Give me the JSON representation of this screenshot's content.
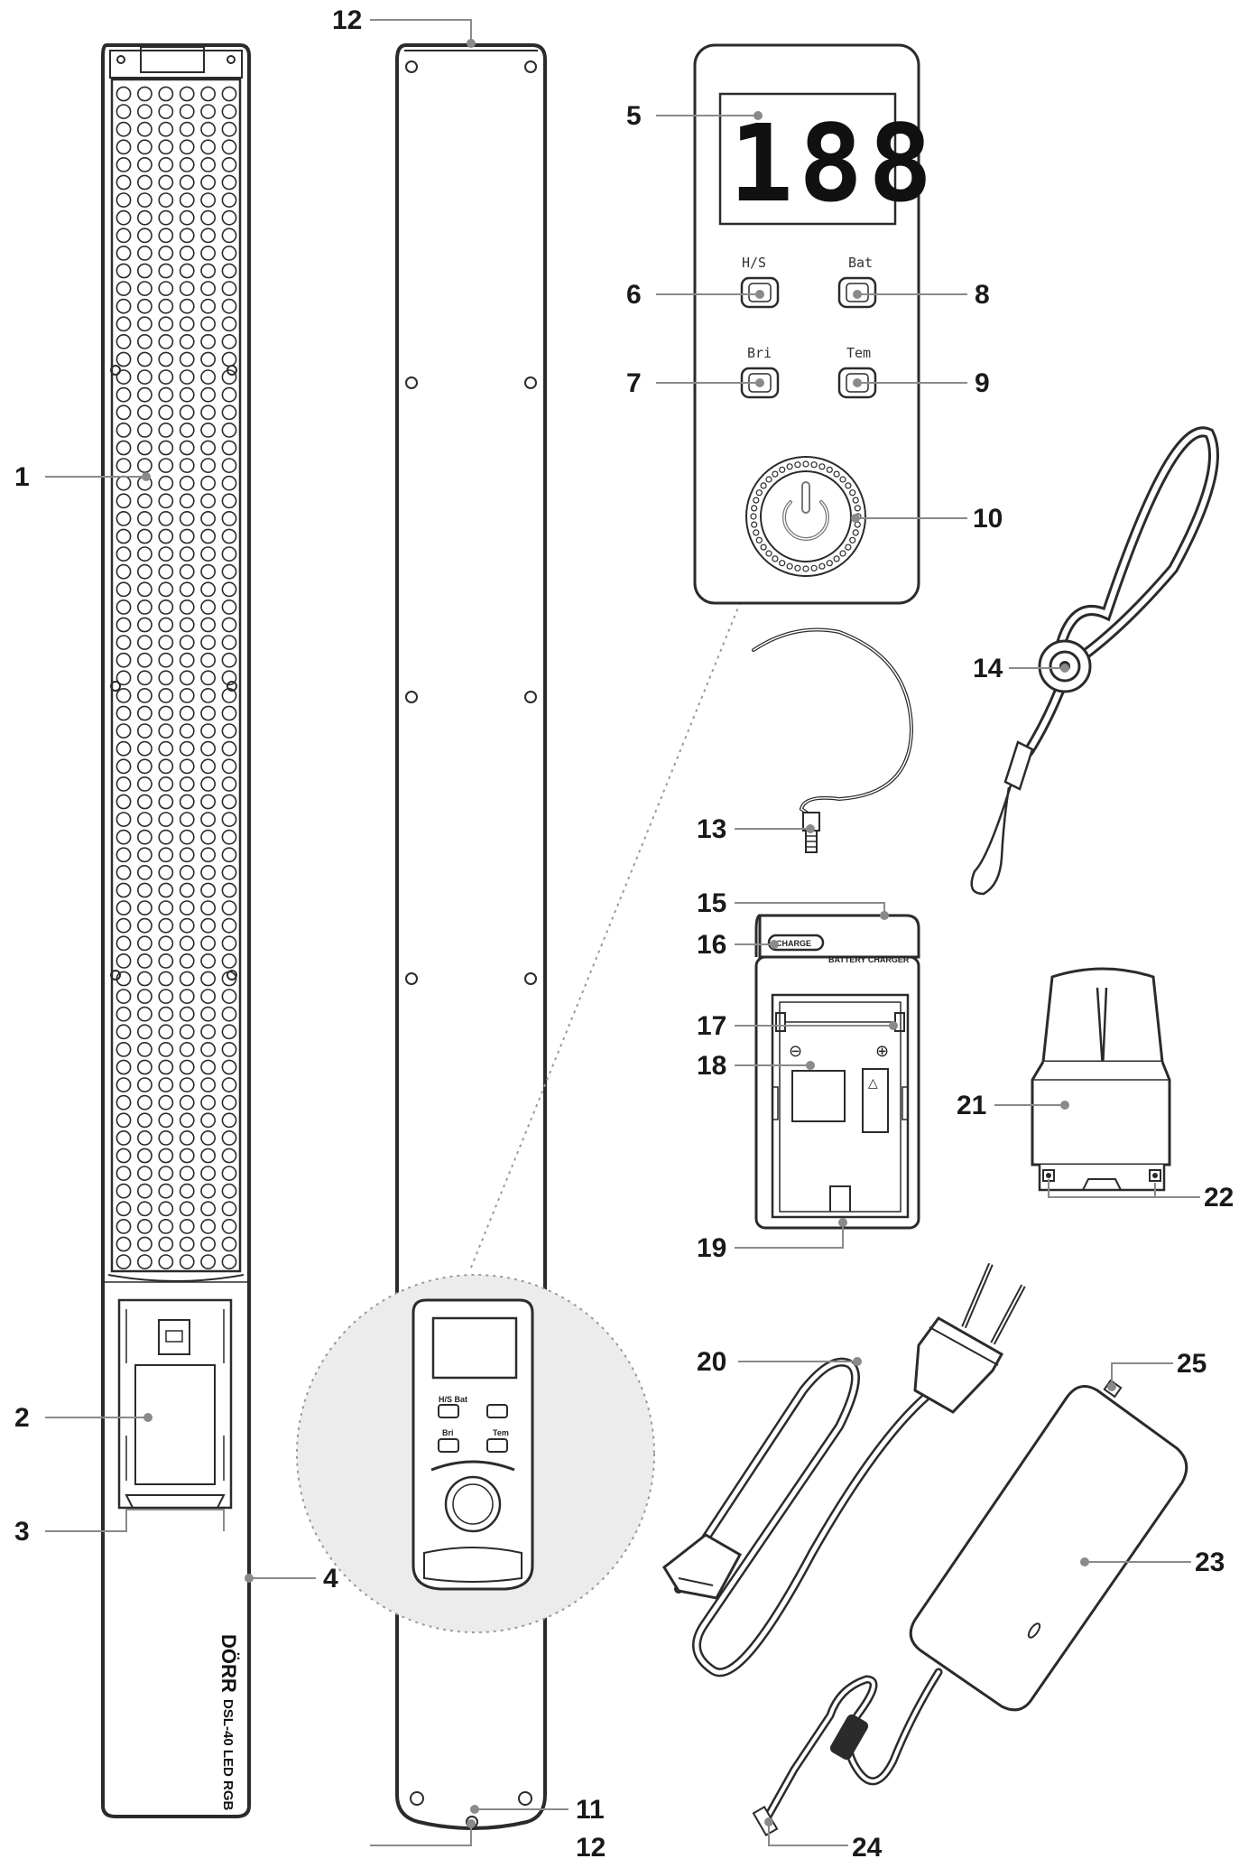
{
  "callouts": {
    "c1": "1",
    "c2": "2",
    "c3": "3",
    "c4": "4",
    "c5": "5",
    "c6": "6",
    "c7": "7",
    "c8": "8",
    "c9": "9",
    "c10": "10",
    "c11": "11",
    "c12_top": "12",
    "c12_bottom": "12",
    "c13": "13",
    "c14": "14",
    "c15": "15",
    "c16": "16",
    "c17": "17",
    "c18": "18",
    "c19": "19",
    "c20": "20",
    "c21": "21",
    "c22": "22",
    "c23": "23",
    "c24": "24",
    "c25": "25"
  },
  "control_panel": {
    "display": "188",
    "btn_hs": "H/S",
    "btn_bat": "Bat",
    "btn_bri": "Bri",
    "btn_tem": "Tem"
  },
  "mini_panel": {
    "hs_bat": "H/S Bat",
    "bri": "Bri",
    "tem": "Tem"
  },
  "charger": {
    "status": "CHARGE",
    "title": "BATTERY CHARGER",
    "minus": "⊖",
    "plus": "⊕",
    "warn": "△"
  },
  "light": {
    "brand": "DÖRR",
    "model": "DSL-40 LED RGB"
  },
  "colors": {
    "line": "#2b2b2b",
    "leader": "#8a8a8a",
    "magnifier_fill": "#ececec"
  }
}
